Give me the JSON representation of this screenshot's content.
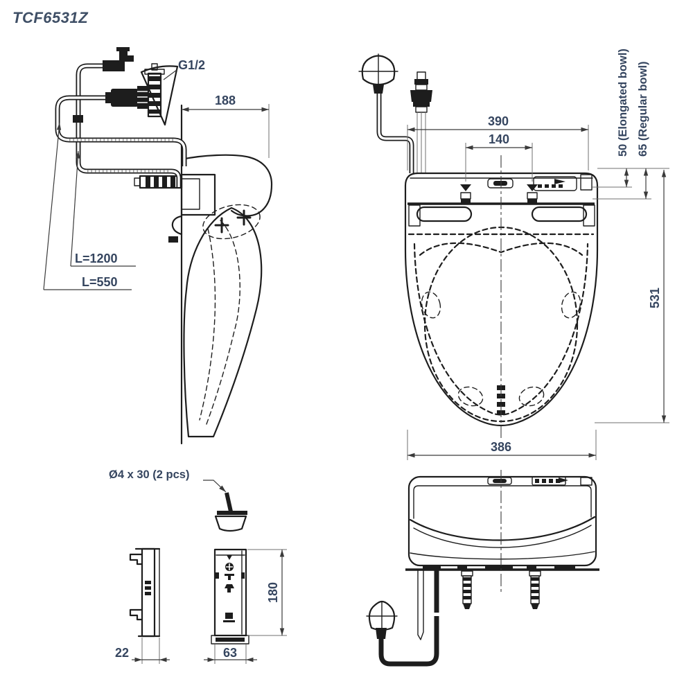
{
  "title": "TCF6531Z",
  "colors": {
    "background": "#ffffff",
    "line": "#1d1d1d",
    "dimension_line": "#3a3a3a",
    "dimension_text": "#35455f"
  },
  "side_view": {
    "labels": {
      "inlet_thread": "G1/2",
      "depth": "188",
      "hose_long": "L=1200",
      "hose_short": "L=550"
    }
  },
  "top_view": {
    "labels": {
      "overall_width": "390",
      "bolt_spacing": "140",
      "offset_elongated": "50 (Elongated bowl)",
      "offset_regular": "65 (Regular bowl)",
      "overall_length": "531",
      "seat_width": "386"
    }
  },
  "screw_detail": {
    "label": "Ø4 x 30 (2 pcs)"
  },
  "remote_view": {
    "labels": {
      "depth": "22",
      "width": "63",
      "height": "180"
    }
  }
}
